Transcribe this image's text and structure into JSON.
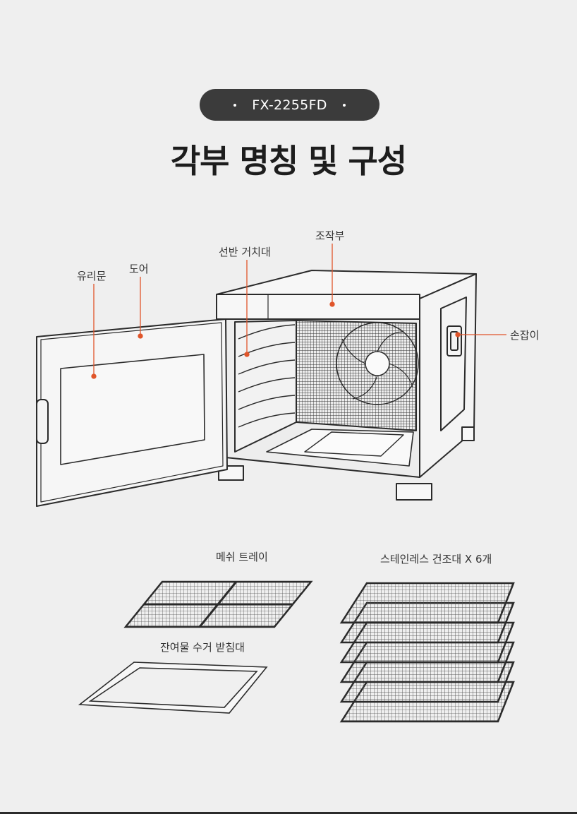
{
  "badge": {
    "model": "FX-2255FD"
  },
  "title": "각부 명칭 및 구성",
  "labels": {
    "glass_door": "유리문",
    "door": "도어",
    "shelf_rack": "선반 거치대",
    "control_panel": "조작부",
    "handle": "손잡이",
    "mesh_tray": "메쉬 트레이",
    "drip_tray": "잔여물 수거 받침대",
    "racks": "스테인레스 건조대 X 6개"
  },
  "colors": {
    "accent": "#e0552a",
    "badge_bg": "#3b3b3b",
    "background": "#efefef",
    "line": "#2b2b2b"
  }
}
